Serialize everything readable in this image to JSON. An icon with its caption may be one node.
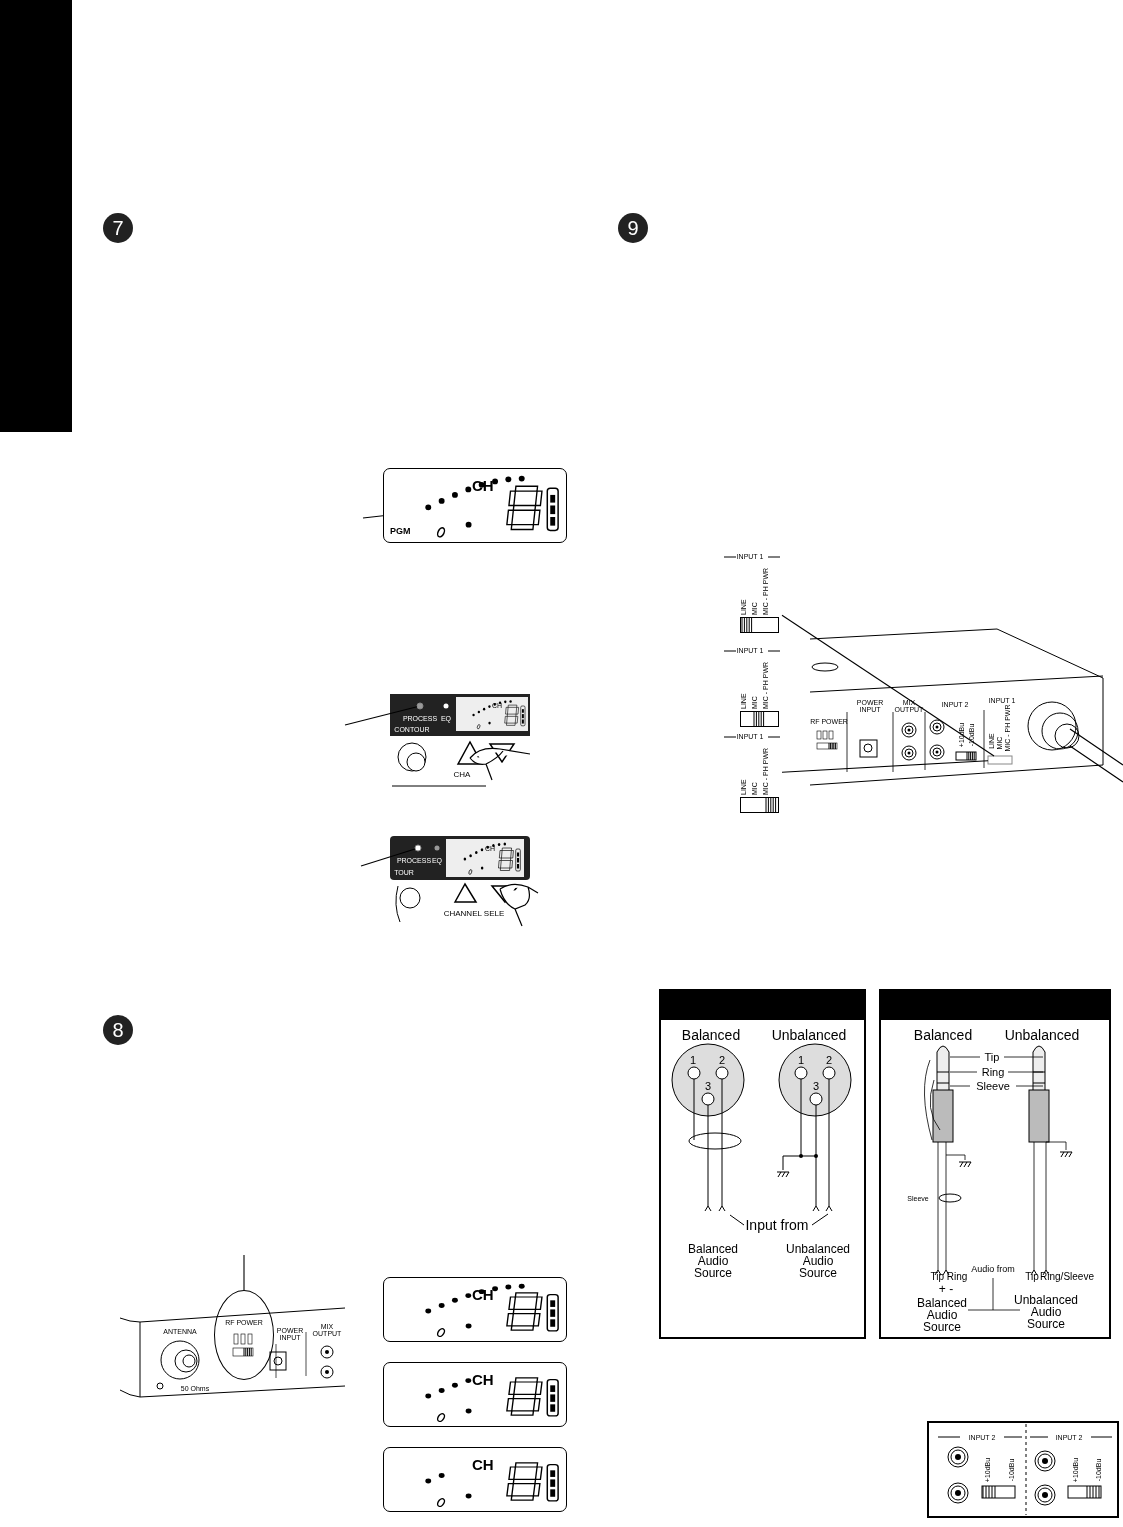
{
  "diagram": {
    "nodes": [
      {
        "text": [
          "7"
        ]
      },
      {
        "text": [
          "9"
        ]
      },
      {
        "text": [
          "CH",
          "PGM"
        ]
      },
      {
        "text": [],
        "shape": "circle"
      },
      {
        "text": [],
        "shape": "circle"
      },
      {
        "text": [
          "INPUT 1",
          "LINE",
          "MIC",
          "MIC - PH PWR"
        ]
      },
      {
        "text": [],
        "shape": "box"
      },
      {
        "text": [
          "INPUT 1",
          "LINE",
          "MIC",
          "MIC - PH PWR"
        ]
      },
      {
        "text": [
          "INPUT 1",
          "LINE",
          "MIC",
          "MIC - PH PWR"
        ]
      },
      {
        "text": [
          "8"
        ]
      },
      {
        "text": [
          "RF POWER"
        ]
      },
      {
        "text": [
          "CH"
        ]
      },
      {
        "text": [
          "CH"
        ]
      },
      {
        "text": [
          "CH"
        ]
      }
    ],
    "edges": [
      {
        "from": null,
        "to": 2,
        "arrow": "none"
      },
      {
        "from": null,
        "to": 3,
        "arrow": "none"
      },
      {
        "from": null,
        "to": 4,
        "arrow": "none"
      },
      {
        "from": 5,
        "to": 6,
        "arrow": "none"
      },
      {
        "from": 8,
        "to": 6,
        "arrow": "none"
      },
      {
        "from": null,
        "to": 10,
        "arrow": "none"
      }
    ],
    "labels": [
      "PROCESS",
      "EQ",
      "CH",
      "CONTOUR",
      "CHA",
      "PROCESS",
      "EQ",
      "CH",
      "TOUR",
      "CHANNEL SELE",
      "RF POWER",
      "POWER INPUT",
      "MIX OUTPUT",
      "INPUT 2",
      "INPUT 1",
      "+10dBu",
      "-10dBu",
      "LINE",
      "MIC",
      "MIC - PH PWR",
      "Balanced",
      "Unbalanced",
      "1",
      "2",
      "3",
      "1",
      "2",
      "3",
      "Input from",
      "Balanced Audio Source",
      "Unbalanced Audio Source",
      "Balanced",
      "Unbalanced",
      "Tip",
      "Ring",
      "Sleeve",
      "Sleeve",
      "Audio from",
      "Tip Ring",
      "Tip",
      "Ring/Sleeve",
      "+ -",
      "Balanced Audio Source",
      "Unbalanced Audio Source",
      "ANTENNA",
      "POWER INPUT",
      "MIX OUTPUT",
      "50 Ohms",
      "INPUT 2",
      "INPUT 2",
      "+10dBu",
      "-10dBu",
      "+10dBu",
      "-10dBu"
    ]
  }
}
